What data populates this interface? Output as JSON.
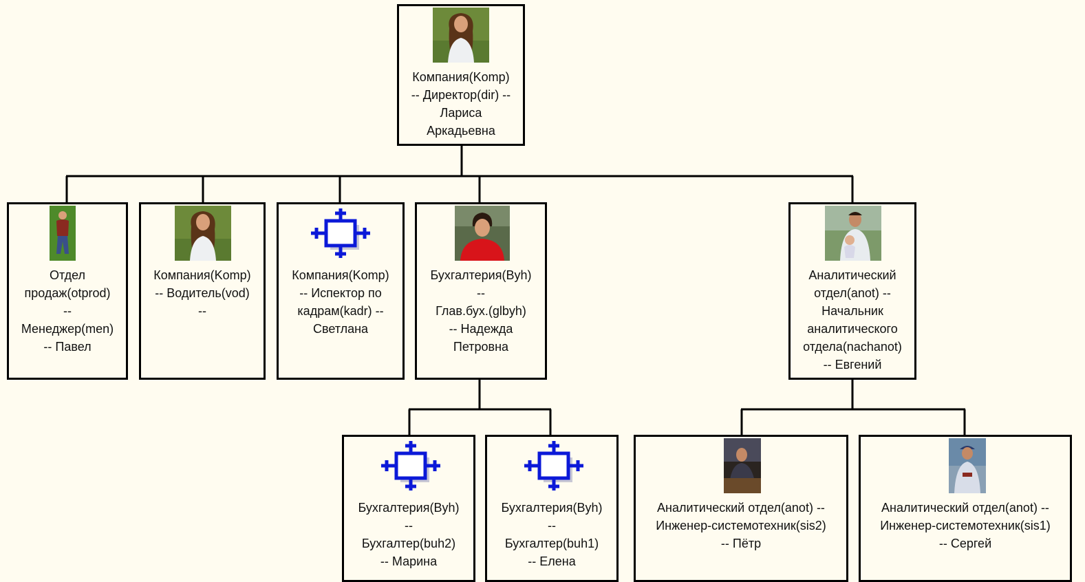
{
  "nodes": {
    "director": {
      "text": "Компания(Komp)\n-- Директор(dir) --\nЛариса\nАркадьевна",
      "icon": "woman-photo-icon"
    },
    "sales_manager": {
      "text": "Отдел\nпродаж(otprod)\n--\nМенеджер(men)\n-- Павел",
      "icon": "boy-photo-icon"
    },
    "driver": {
      "text": "Компания(Komp)\n-- Водитель(vod)\n--",
      "icon": "woman-photo-icon"
    },
    "hr_inspector": {
      "text": "Компания(Komp)\n-- Испектор по\nкадрам(kadr) --\nСветлана",
      "icon": "vacancy-position-icon"
    },
    "chief_accountant": {
      "text": "Бухгалтерия(Byh)\n--\nГлав.бух.(glbyh)\n-- Надежда\nПетровна",
      "icon": "woman-red-photo-icon"
    },
    "analytics_head": {
      "text": "Аналитический\nотдел(anot) --\nНачальник\nаналитического\nотдела(nachanot)\n-- Евгений",
      "icon": "man-child-photo-icon"
    },
    "accountant_2": {
      "text": "Бухгалтерия(Byh)\n--\nБухгалтер(buh2)\n-- Марина",
      "icon": "vacancy-position-icon"
    },
    "accountant_1": {
      "text": "Бухгалтерия(Byh)\n--\nБухгалтер(buh1)\n-- Елена",
      "icon": "vacancy-position-icon"
    },
    "engineer_2": {
      "text": "Аналитический отдел(anot) --\nИнженер-системотехник(sis2)\n-- Пётр",
      "icon": "man-desk-photo-icon"
    },
    "engineer_1": {
      "text": "Аналитический отдел(anot) --\nИнженер-системотехник(sis1)\n-- Сергей",
      "icon": "man-cap-photo-icon"
    }
  },
  "colors": {
    "background": "#fffcf0",
    "connector": "#000000",
    "vacancy_icon": "#0b19d8"
  }
}
